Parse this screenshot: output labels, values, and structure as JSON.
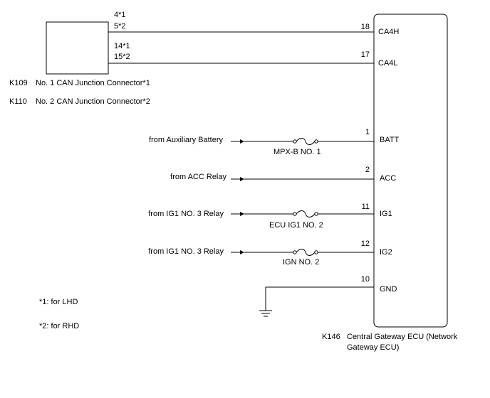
{
  "connectors": {
    "junction_pins": {
      "ca4h_pin_lhd": "4*1",
      "ca4h_pin_rhd": "5*2",
      "ca4l_pin_lhd": "14*1",
      "ca4l_pin_rhd": "15*2"
    },
    "k109": {
      "code": "K109",
      "name": "No. 1 CAN Junction Connector*1"
    },
    "k110": {
      "code": "K110",
      "name": "No. 2 CAN Junction Connector*2"
    },
    "ecu": {
      "code": "K146",
      "name_line1": "Central Gateway ECU (Network",
      "name_line2": "Gateway ECU)"
    }
  },
  "terminals": [
    {
      "pin": "18",
      "label": "CA4H"
    },
    {
      "pin": "17",
      "label": "CA4L"
    },
    {
      "pin": "1",
      "label": "BATT",
      "source": "from Auxiliary Battery",
      "fuse": "MPX-B NO. 1"
    },
    {
      "pin": "2",
      "label": "ACC",
      "source": "from ACC Relay"
    },
    {
      "pin": "11",
      "label": "IG1",
      "source": "from IG1 NO. 3 Relay",
      "fuse": "ECU IG1 NO. 2"
    },
    {
      "pin": "12",
      "label": "IG2",
      "source": "from IG1 NO. 3 Relay",
      "fuse": "IGN NO. 2"
    },
    {
      "pin": "10",
      "label": "GND"
    }
  ],
  "notes": {
    "lhd": "*1: for LHD",
    "rhd": "*2: for RHD"
  }
}
